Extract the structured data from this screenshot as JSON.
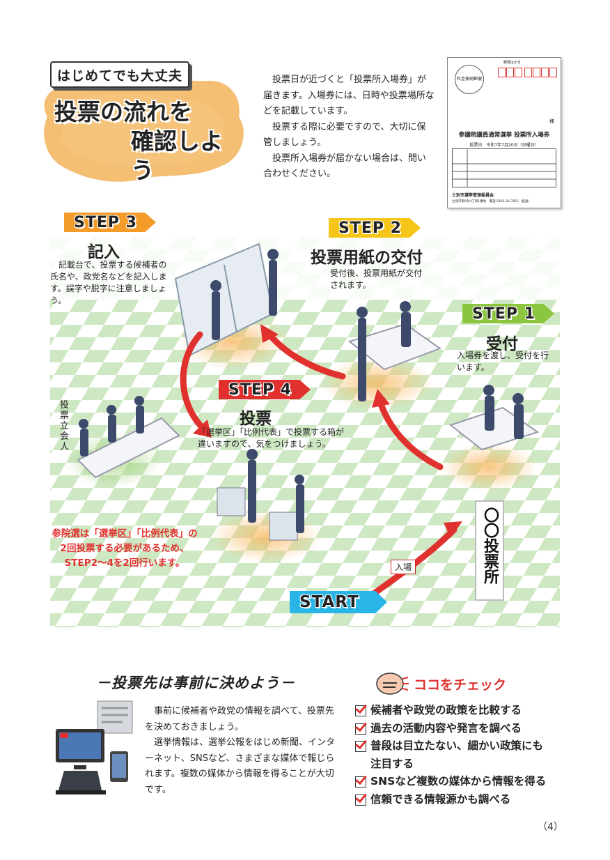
{
  "header": {
    "badge": "はじめてでも大丈夫",
    "title_line1": "投票の流れを",
    "title_line2": "確認しよう",
    "intro": [
      "投票日が近づくと「投票所入場券」が届きます。入場券には、日時や投票場所などを記載しています。",
      "投票する際に必要ですので、大切に保管しましょう。",
      "投票所入場券が届かない場合は、問い合わせください。"
    ]
  },
  "ticket": {
    "stamp": "料金後納郵便",
    "postcard_label": "郵便はがき",
    "sama": "様",
    "title": "参議院議員通常選挙 投票所入場券",
    "date": "投票日　令和7年7月20日（日曜日）",
    "issuer": "士別市選挙管理委員会",
    "address": "士別市東6条4丁目1番地　電話 0165-26-7815（直通）"
  },
  "steps": [
    {
      "tag": "STEP 1",
      "title": "受付",
      "desc": "入場券を渡し、受付を行います。",
      "color": "#8cc63f"
    },
    {
      "tag": "STEP 2",
      "title": "投票用紙の交付",
      "desc": "受付後、投票用紙が交付されます。",
      "color": "#f5c518"
    },
    {
      "tag": "STEP 3",
      "title": "記入",
      "desc": "記載台で、投票する候補者の氏名や、政党名などを記入します。誤字や脱字に注意しましょう。",
      "color": "#f39c2a"
    },
    {
      "tag": "STEP 4",
      "title": "投票",
      "desc": "「選挙区」「比例代表」で投票する箱が違いますので、気をつけましょう。",
      "color": "#e0312e"
    }
  ],
  "start": {
    "label": "START",
    "color": "#29b6e6"
  },
  "entry_label": "入場",
  "sign_text": "〇〇投票所",
  "witness_label": "投票立会人",
  "red_note": "参院選は「選挙区」「比例代表」の2回投票する必要があるため、STEP2〜4を2回行います。",
  "decide": {
    "title": "－投票先は事前に決めよう－",
    "body": [
      "事前に候補者や政党の情報を調べて、投票先を決めておきましょう。",
      "選挙情報は、選挙公報をはじめ新聞、インターネット、SNSなど、さまざまな媒体で報じられます。複数の媒体から情報を得ることが大切です。"
    ]
  },
  "check": {
    "title": "ココをチェック",
    "items": [
      "候補者や政党の政策を比較する",
      "過去の活動内容や発言を調べる",
      "普段は目立たない、細かい政策にも注目する",
      "SNSなど複数の媒体から情報を得る",
      "信頼できる情報源かも調べる"
    ]
  },
  "page_number": "（4）",
  "colors": {
    "accent_red": "#e0312e",
    "blob": "#f0a640",
    "floor_green": "#cfe8c4"
  }
}
